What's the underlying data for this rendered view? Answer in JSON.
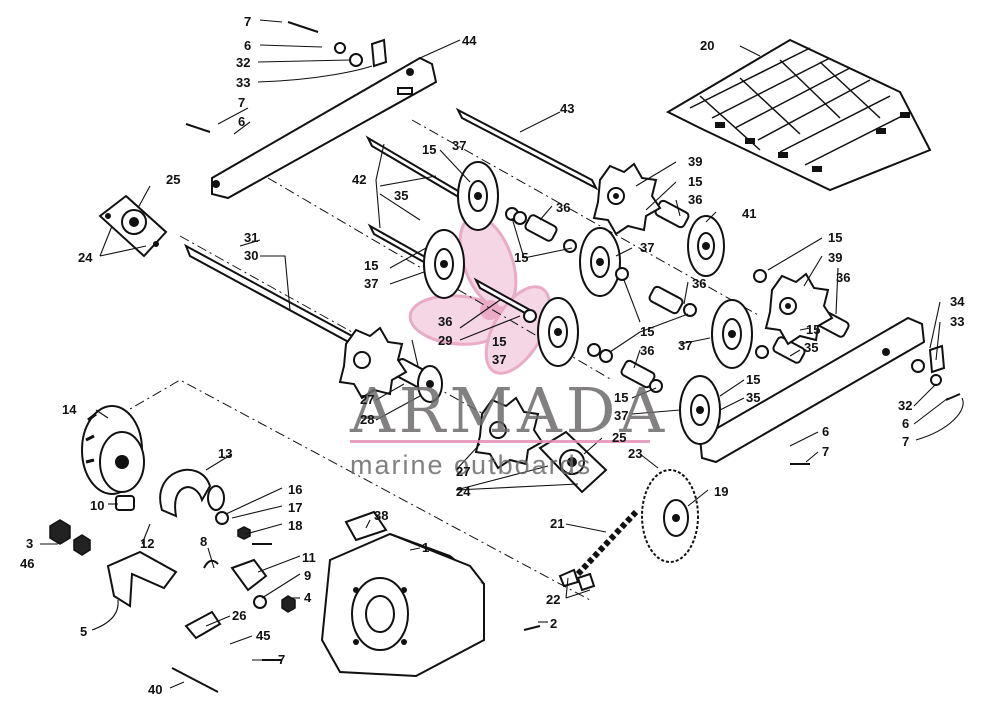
{
  "watermark": {
    "brand": "ARMADA",
    "tagline": "marine outboards",
    "brand_color": "#8e8a8c",
    "logo_color": "#e38fb4"
  },
  "callouts": [
    "1",
    "2",
    "3",
    "4",
    "5",
    "6",
    "7",
    "8",
    "9",
    "10",
    "11",
    "12",
    "13",
    "14",
    "15",
    "16",
    "17",
    "18",
    "19",
    "20",
    "21",
    "22",
    "23",
    "24",
    "25",
    "26",
    "27",
    "28",
    "29",
    "30",
    "31",
    "32",
    "33",
    "34",
    "35",
    "36",
    "37",
    "38",
    "39",
    "40",
    "41",
    "42",
    "43",
    "44",
    "45",
    "46"
  ]
}
